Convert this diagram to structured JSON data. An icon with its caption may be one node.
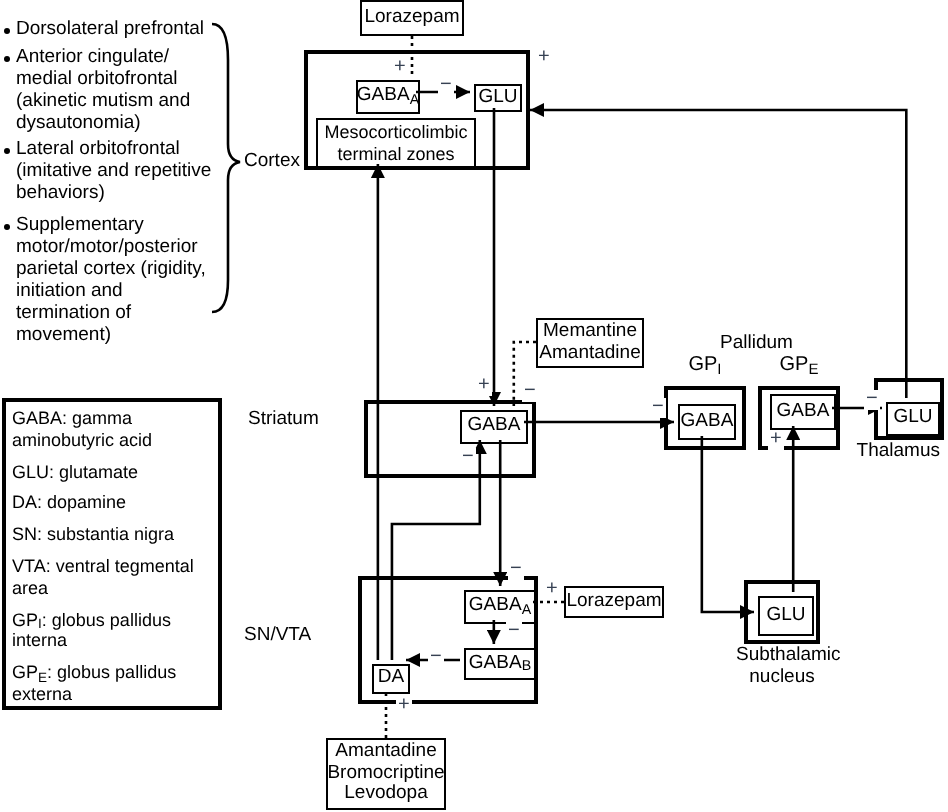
{
  "diagram": {
    "nodes": [
      {
        "text": [
          "Lorazepam"
        ]
      },
      {
        "text": [],
        "shape": "box"
      },
      {
        "text": [
          "GABA$_{A}$"
        ],
        "in": 1
      },
      {
        "text": [
          "GLU"
        ],
        "in": 1
      },
      {
        "text": [
          "Mesocorticolimbic terminal zones"
        ],
        "in": 1
      },
      {
        "text": [
          "Memantine Amantadine"
        ]
      },
      {
        "text": [],
        "shape": "box"
      },
      {
        "text": [
          "GABA"
        ],
        "in": 6
      },
      {
        "text": [
          "GP$_{I}$"
        ]
      },
      {
        "text": [
          "GABA"
        ],
        "in": 8
      },
      {
        "text": [
          "GP$_{E}$"
        ]
      },
      {
        "text": [
          "GABA"
        ],
        "in": 10
      },
      {
        "text": [
          "Thalamus"
        ]
      },
      {
        "text": [
          "GLU"
        ],
        "in": 12
      },
      {
        "text": [],
        "shape": "box"
      },
      {
        "text": [
          "GABA$_{A}$"
        ],
        "in": 14
      },
      {
        "text": [
          "GABA$_{B}$"
        ],
        "in": 14
      },
      {
        "text": [
          "DA"
        ],
        "in": 14
      },
      {
        "text": [
          "Lorazepam"
        ]
      },
      {
        "text": [
          "Amantadine Bromocriptine Levodopa"
        ]
      },
      {
        "text": [
          "Subthalamic nucleus"
        ]
      },
      {
        "text": [
          "GLU"
        ],
        "in": 20
      },
      {
        "text": [
          "GABA: gamma aminobutyric acid",
          "GLU: glutamate",
          "DA: dopamine",
          "SN: substantia nigra",
          "VTA: ventral tegmental area",
          "GP$_{I}$: globus pallidus interna",
          "GP$_{E}$: globus pallidus externa"
        ]
      }
    ],
    "edges": [
      {
        "from": 0,
        "to": 2,
        "arrow": "none",
        "style": "dashed",
        "label": "+"
      },
      {
        "from": 2,
        "to": 3,
        "arrow": "to",
        "label": "−"
      },
      {
        "from": 13,
        "to": 1,
        "arrow": "to",
        "label": "+"
      },
      {
        "from": 3,
        "to": 7,
        "arrow": "to",
        "label": "+"
      },
      {
        "from": 5,
        "to": 7,
        "arrow": "none",
        "style": "dashed",
        "label": "−"
      },
      {
        "from": 7,
        "to": 9,
        "arrow": "to",
        "label": "−"
      },
      {
        "from": 11,
        "to": 13,
        "arrow": "to",
        "label": "−"
      },
      {
        "from": 9,
        "to": 21,
        "arrow": "to"
      },
      {
        "from": 21,
        "to": 11,
        "arrow": "to",
        "label": "+"
      },
      {
        "from": 17,
        "to": 4,
        "arrow": "to"
      },
      {
        "from": 17,
        "to": 7,
        "arrow": "to",
        "label": "−"
      },
      {
        "from": 7,
        "to": 15,
        "arrow": "to",
        "label": "−"
      },
      {
        "from": 15,
        "to": 16,
        "arrow": "to",
        "label": "−"
      },
      {
        "from": 16,
        "to": 17,
        "arrow": "to",
        "label": "−"
      },
      {
        "from": 18,
        "to": 15,
        "arrow": "none",
        "style": "dashed",
        "label": "+"
      },
      {
        "from": 19,
        "to": 17,
        "arrow": "none",
        "style": "dashed",
        "label": "+"
      }
    ],
    "labels": [
      "Dorsolateral prefrontal",
      "Anterior cingulate/ medial orbitofrontal (akinetic mutism and dysautonomia)",
      "Lateral orbitofrontal (imitative and repetitive behaviors)",
      "Supplementary motor/motor/posterior parietal cortex (rigidity, initiation and termination of movement)",
      "Cortex",
      "Striatum",
      "Pallidum",
      "SN/VTA"
    ]
  }
}
